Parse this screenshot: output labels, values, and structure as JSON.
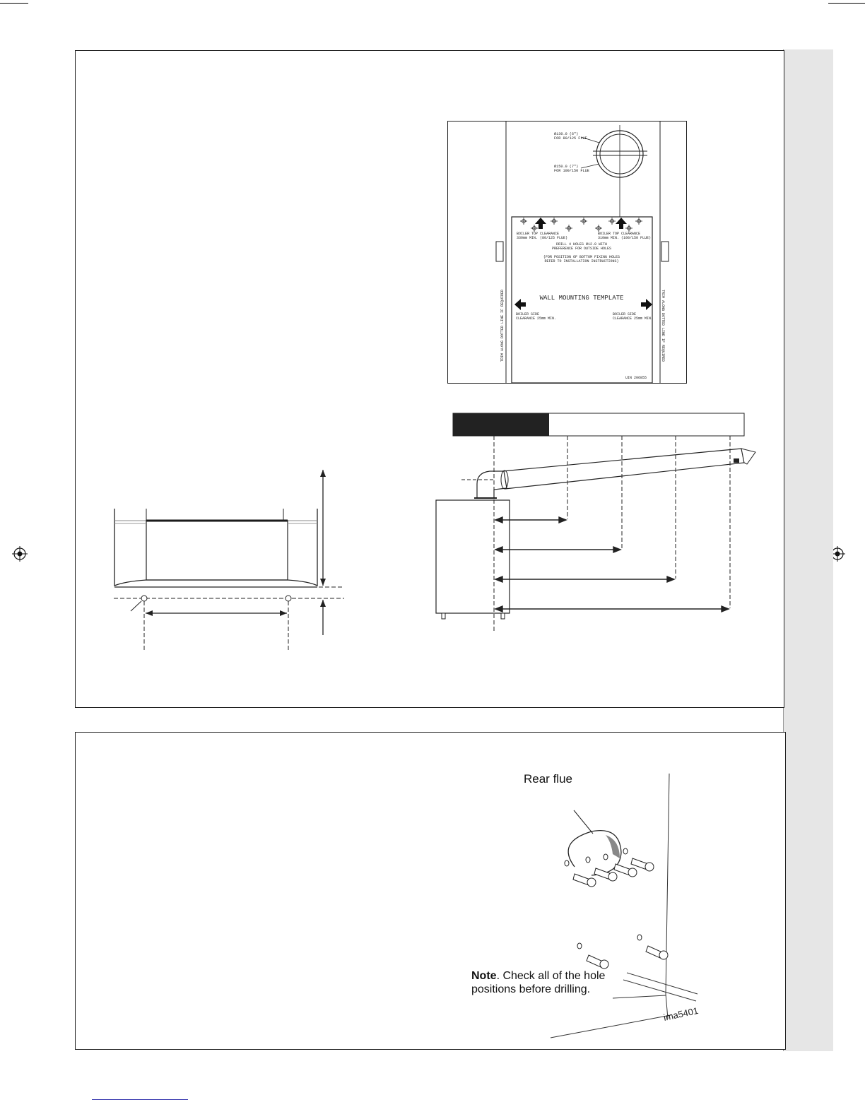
{
  "template": {
    "title": "WALL MOUNTING TEMPLATE",
    "flue_hole_1": "Ø130.0 (6\")",
    "flue_hole_1_note": "FOR 80/125 FLUE",
    "flue_hole_2": "Ø150.0 (7\")",
    "flue_hole_2_note": "FOR 100/150 FLUE",
    "top_clearance_left_1": "BOILER TOP CLEARANCE",
    "top_clearance_left_2": "330mm MIN. (80/125 FLUE)",
    "top_clearance_right_1": "BOILER TOP CLEARANCE",
    "top_clearance_right_2": "310mm MIN. (100/150 FLUE)",
    "drill_1": "DRILL 4 HOLES Ø12.0 WITH",
    "drill_2": "PREFERENCE FOR OUTSIDE HOLES",
    "bottom_1": "(FOR POSITION OF BOTTOM FIXING HOLES",
    "bottom_2": "REFER TO INSTALLATION INSTRUCTIONS)",
    "side_left_1": "BOILER SIDE",
    "side_left_2": "CLEARANCE 25mm MIN.",
    "side_right_1": "BOILER SIDE",
    "side_right_2": "CLEARANCE 25mm MIN.",
    "trim_left": "TRIM ALONG DOTTED LINE IF REQUIRED",
    "trim_right": "TRIM ALONG DOTTED LINE IF REQUIRED",
    "code": "UIN 206855"
  },
  "fixing": {
    "label_rear_flue": "Rear flue",
    "note_bold": "Note",
    "note_text": ". Check all of the hole",
    "note_text_2": "positions before drilling.",
    "image_code": "ima5401"
  }
}
